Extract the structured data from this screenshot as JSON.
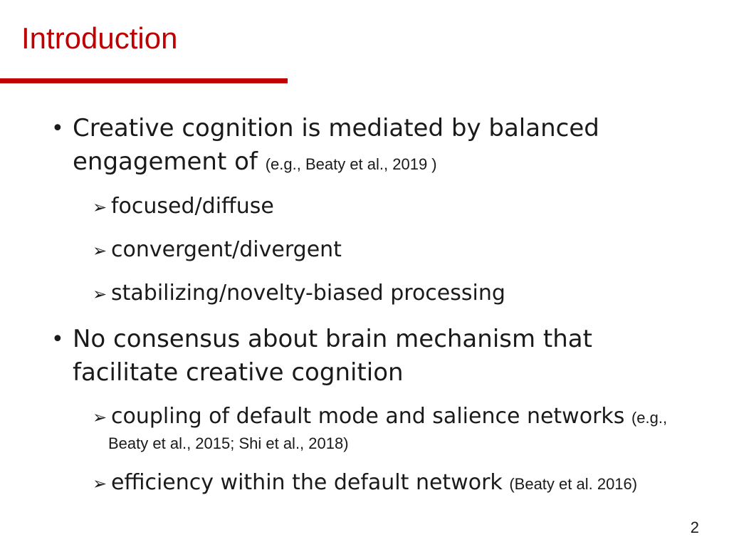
{
  "slide": {
    "title": "Introduction",
    "page_number": "2",
    "accent_color": "#c00000",
    "bullet_glyph": "•",
    "sub_bullet_glyph": "➢"
  },
  "bullets": [
    {
      "text_line1": "Creative cognition is mediated by balanced",
      "text_line2": "engagement of",
      "citation": "(e.g., Beaty et al., 2019 )",
      "sub_items": [
        {
          "text": "focused/diffuse"
        },
        {
          "text": "convergent/divergent"
        },
        {
          "text": "stabilizing/novelty-biased processing"
        }
      ]
    },
    {
      "text_line1": "No consensus about brain mechanism that",
      "text_line2": "facilitate creative cognition",
      "sub_items": [
        {
          "text": "coupling of default mode and salience networks",
          "citation_part1": "(e.g.,",
          "citation_part2": "Beaty et al., 2015; Shi et al., 2018)"
        },
        {
          "text": "efficiency within the default network",
          "citation": "(Beaty et al. 2016)"
        }
      ]
    }
  ]
}
